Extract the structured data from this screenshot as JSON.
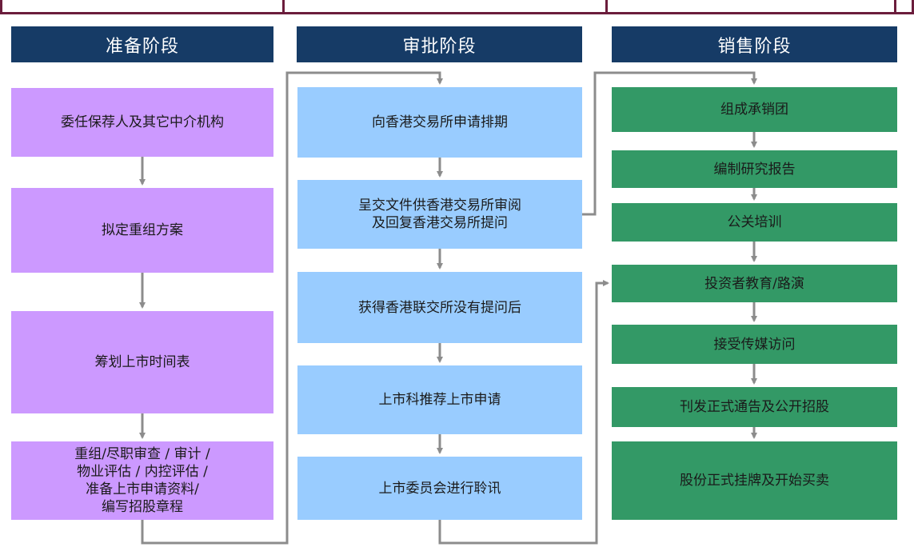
{
  "stages": [
    {
      "title": "准备阶段",
      "color": "#cc99ff",
      "steps": [
        "委任保荐人及其它中介机构",
        "拟定重组方案",
        "筹划上市时间表",
        "重组/尽职审查 / 审计 /\n物业评估 / 内控评估 /\n准备上市申请资料/\n编写招股章程"
      ]
    },
    {
      "title": "审批阶段",
      "color": "#99ccff",
      "steps": [
        "向香港交易所申请排期",
        "呈交文件供香港交易所审阅\n及回复香港交易所提问",
        "获得香港联交所没有提问后",
        "上市科推荐上市申请",
        "上市委员会进行聆讯"
      ]
    },
    {
      "title": "销售阶段",
      "color": "#339966",
      "steps": [
        "组成承销团",
        "编制研究报告",
        "公关培训",
        "投资者教育/路演",
        "接受传媒访问",
        "刊发正式通告及公开招股",
        "股份正式挂牌及开始买卖"
      ]
    }
  ],
  "colors": {
    "header": "#163b66",
    "arrow": "#8c8c8c",
    "frame": "#6b1d3c"
  }
}
